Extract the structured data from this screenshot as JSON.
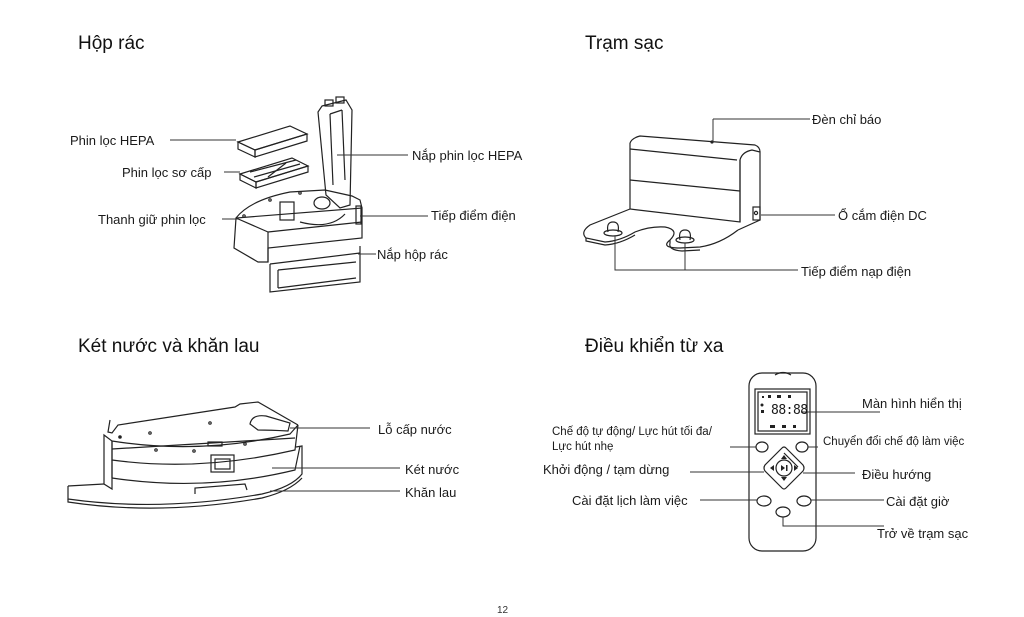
{
  "sections": {
    "dustbin": {
      "title": "Hộp rác",
      "labels": {
        "hepa_filter": "Phin lọc HEPA",
        "primary_filter": "Phin lọc sơ cấp",
        "filter_holder": "Thanh giữ phin lọc",
        "hepa_cover": "Nắp phin lọc HEPA",
        "electrical_contact": "Tiếp điểm điện",
        "bin_cover": "Nắp hộp rác"
      }
    },
    "charging_dock": {
      "title": "Trạm sạc",
      "labels": {
        "indicator_light": "Đèn chỉ báo",
        "dc_socket": "Ổ cắm điện DC",
        "charging_contacts": "Tiếp điểm nạp điện"
      }
    },
    "water_tank": {
      "title": "Két nước và khăn lau",
      "labels": {
        "water_inlet": "Lỗ cấp nước",
        "tank": "Két nước",
        "mop": "Khăn lau"
      }
    },
    "remote": {
      "title": "Điều khiển từ xa",
      "display_digits": "88:88",
      "labels": {
        "display": "Màn hình hiển thị",
        "suction_mode_line1": "Chế độ tự động/ Lực hút tối đa/",
        "suction_mode_line2": "Lực hút nhẹ",
        "switch_mode": "Chuyển đổi chế độ làm việc",
        "start_pause": "Khởi động / tạm dừng",
        "navigation": "Điều hướng",
        "schedule": "Cài đặt lịch làm việc",
        "clock": "Cài đặt giờ",
        "return_dock": "Trở về trạm sạc"
      }
    }
  },
  "page_number": "12"
}
